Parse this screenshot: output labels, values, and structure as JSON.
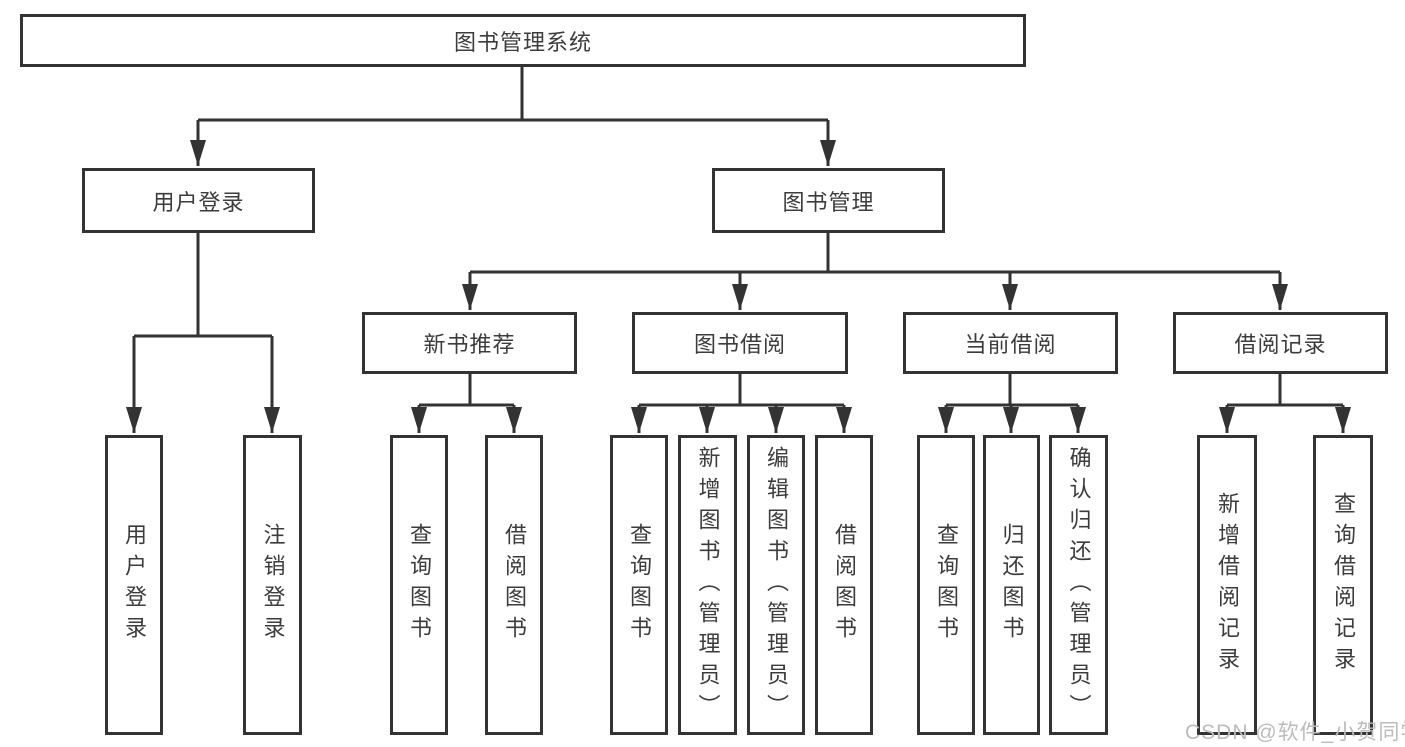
{
  "diagram": {
    "root": {
      "label": "图书管理系统"
    },
    "level2": [
      {
        "label": "用户登录"
      },
      {
        "label": "图书管理"
      }
    ],
    "level3": [
      {
        "label": "新书推荐"
      },
      {
        "label": "图书借阅"
      },
      {
        "label": "当前借阅"
      },
      {
        "label": "借阅记录"
      }
    ],
    "leaves": [
      {
        "label": "用户登录"
      },
      {
        "label": "注销登录"
      },
      {
        "label": "查询图书"
      },
      {
        "label": "借阅图书"
      },
      {
        "label": "查询图书"
      },
      {
        "label": "新增图书（管理员）"
      },
      {
        "label": "编辑图书（管理员）"
      },
      {
        "label": "借阅图书"
      },
      {
        "label": "查询图书"
      },
      {
        "label": "归还图书"
      },
      {
        "label": "确认归还（管理员）"
      },
      {
        "label": "新增借阅记录"
      },
      {
        "label": "查询借阅记录"
      }
    ]
  },
  "watermark": "CSDN @软件_小贺同学",
  "colors": {
    "line": "#333333",
    "text": "#3c3c3c",
    "watermark": "#bcbcbc",
    "bg": "#ffffff"
  }
}
